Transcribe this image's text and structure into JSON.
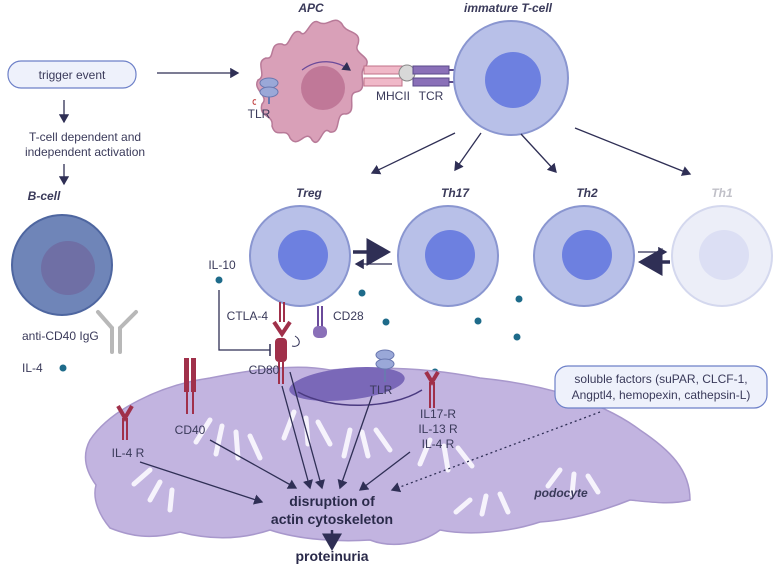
{
  "trigger_event": "trigger event",
  "activation_text": [
    "T-cell dependent and",
    "independent activation"
  ],
  "cells": {
    "b_cell": "B-cell",
    "apc": "APC",
    "immature_t_cell": "immature T-cell",
    "treg": "Treg",
    "th17": "Th17",
    "th2": "Th2",
    "th1": "Th1",
    "podocyte": "podocyte"
  },
  "molecules": {
    "tlr_apc": "TLR",
    "mhcii": "MHCII",
    "tcr": "TCR",
    "il10": "IL-10",
    "ctla4": "CTLA-4",
    "cd28": "CD28",
    "cd80": "CD80",
    "tlr_podocyte": "TLR",
    "anti_cd40": "anti-CD40 IgG",
    "il4": "IL-4",
    "cd40": "CD40",
    "il4r": "IL-4 R",
    "receptors": [
      "IL17-R",
      "IL-13 R",
      "IL-4 R"
    ]
  },
  "soluble_factors": [
    "soluble factors (suPAR, CLCF-1,",
    "Angptl4, hemopexin, cathepsin-L)"
  ],
  "outcome": [
    "disruption of",
    "actin cytoskeleton"
  ],
  "proteinuria": "proteinuria",
  "colors": {
    "t_cell_fill": "#b8c0e8",
    "t_cell_nucleus": "#6d80e0",
    "b_cell_fill": "#6f85b8",
    "apc_fill": "#d9a0b8",
    "podocyte_fill": "#c2b4e0",
    "dot": "#1e6b8a",
    "receptor_red": "#a0304a",
    "receptor_purple": "#6a4a9a"
  }
}
